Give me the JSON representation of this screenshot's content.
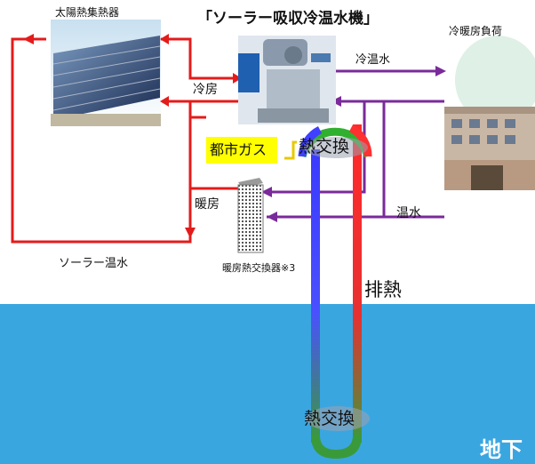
{
  "title": "「ソーラー吸収冷温水機」",
  "labels": {
    "solar_panel": "太陽熱集熱器",
    "cooling": "冷房",
    "cold_water": "冷温水",
    "load": "冷暖房負荷",
    "city_gas": "都市ガス",
    "heat_exchange_top": "熱交換",
    "heating": "暖房",
    "warm_water": "温水",
    "heating_exchanger": "暖房熱交換器※3",
    "solar_warm_water": "ソーラー温水",
    "exhaust_heat": "排熱",
    "heat_exchange_bottom": "熱交換",
    "underground": "地下"
  },
  "colors": {
    "solar_loop": "#e41b1b",
    "return_line": "#7a2a9a",
    "ground": "#3aa6e0",
    "gas_box": "#ffff00",
    "hot_pipe": "#ff2a2a",
    "cold_pipe": "#2a4aff"
  }
}
